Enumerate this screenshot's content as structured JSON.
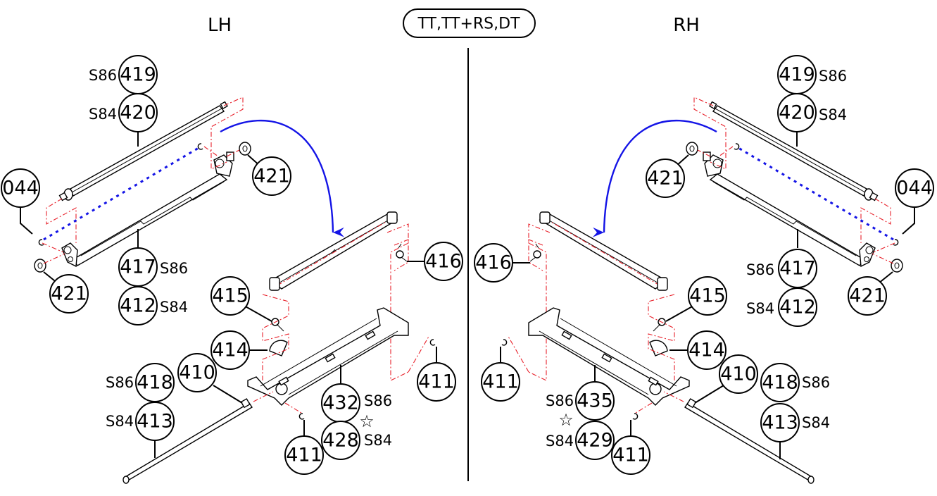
{
  "diagram": {
    "type": "exploded-parts-diagram",
    "header_badge": "TT,TT+RS,DT",
    "sides": [
      {
        "id": "lh",
        "title": "LH",
        "callouts": [
          {
            "id": "lh-419",
            "number": "419",
            "variant": "S86"
          },
          {
            "id": "lh-420",
            "number": "420",
            "variant": "S84"
          },
          {
            "id": "lh-044",
            "number": "044",
            "variant": ""
          },
          {
            "id": "lh-421-top",
            "number": "421",
            "variant": ""
          },
          {
            "id": "lh-421-bottom",
            "number": "421",
            "variant": ""
          },
          {
            "id": "lh-417",
            "number": "417",
            "variant": "S86"
          },
          {
            "id": "lh-412",
            "number": "412",
            "variant": "S84"
          },
          {
            "id": "lh-416",
            "number": "416",
            "variant": ""
          },
          {
            "id": "lh-415",
            "number": "415",
            "variant": ""
          },
          {
            "id": "lh-414",
            "number": "414",
            "variant": ""
          },
          {
            "id": "lh-410",
            "number": "410",
            "variant": ""
          },
          {
            "id": "lh-418",
            "number": "418",
            "variant": "S86"
          },
          {
            "id": "lh-413",
            "number": "413",
            "variant": "S84"
          },
          {
            "id": "lh-432",
            "number": "432",
            "variant": "S86"
          },
          {
            "id": "lh-428",
            "number": "428",
            "variant": "S84"
          },
          {
            "id": "lh-411-right",
            "number": "411",
            "variant": ""
          },
          {
            "id": "lh-411-bottom",
            "number": "411",
            "variant": ""
          }
        ],
        "star_marker": "☆"
      },
      {
        "id": "rh",
        "title": "RH",
        "callouts": [
          {
            "id": "rh-419",
            "number": "419",
            "variant": "S86"
          },
          {
            "id": "rh-420",
            "number": "420",
            "variant": "S84"
          },
          {
            "id": "rh-044",
            "number": "044",
            "variant": ""
          },
          {
            "id": "rh-421-top",
            "number": "421",
            "variant": ""
          },
          {
            "id": "rh-421-bottom",
            "number": "421",
            "variant": ""
          },
          {
            "id": "rh-417",
            "number": "417",
            "variant": "S86"
          },
          {
            "id": "rh-412",
            "number": "412",
            "variant": "S84"
          },
          {
            "id": "rh-416",
            "number": "416",
            "variant": ""
          },
          {
            "id": "rh-415",
            "number": "415",
            "variant": ""
          },
          {
            "id": "rh-414",
            "number": "414",
            "variant": ""
          },
          {
            "id": "rh-410",
            "number": "410",
            "variant": ""
          },
          {
            "id": "rh-418",
            "number": "418",
            "variant": "S86"
          },
          {
            "id": "rh-413",
            "number": "413",
            "variant": "S84"
          },
          {
            "id": "rh-435",
            "number": "435",
            "variant": "S86"
          },
          {
            "id": "rh-429",
            "number": "429",
            "variant": "S84"
          },
          {
            "id": "rh-411-left",
            "number": "411",
            "variant": ""
          },
          {
            "id": "rh-411-bottom",
            "number": "411",
            "variant": ""
          }
        ],
        "star_marker": "☆"
      }
    ],
    "colors": {
      "line": "#000000",
      "assembly_guide": "#e8202a",
      "alignment_axis": "#1414e6",
      "move_arrow": "#1414e6"
    }
  }
}
